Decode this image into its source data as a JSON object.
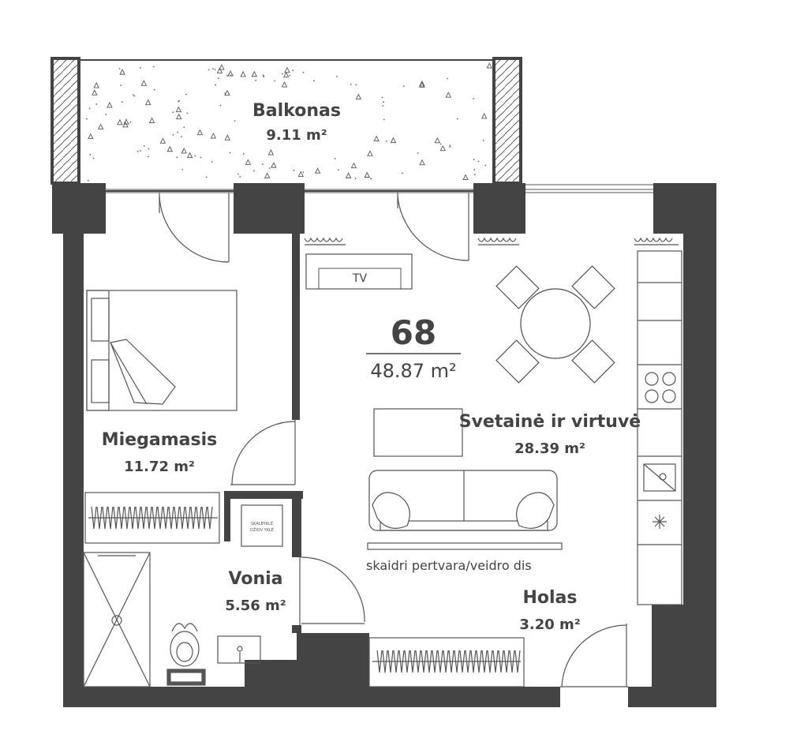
{
  "colors": {
    "wall": "#444444",
    "line": "#555555",
    "text": "#444444",
    "background": "#ffffff"
  },
  "apartment": {
    "number": "68",
    "total_area": "48.87 m²"
  },
  "rooms": [
    {
      "id": "balkonas",
      "name": "Balkonas",
      "area": "9.11 m²"
    },
    {
      "id": "miegamasis",
      "name": "Miegamasis",
      "area": "11.72 m²"
    },
    {
      "id": "svetaine",
      "name": "Svetainė ir virtuvė",
      "area": "28.39 m²"
    },
    {
      "id": "vonia",
      "name": "Vonia",
      "area": "5.56 m²"
    },
    {
      "id": "holas",
      "name": "Holas",
      "area": "3.20 m²"
    }
  ],
  "labels": {
    "tv": "TV",
    "partition": "skaidri pertvara/veidro dis",
    "washer_line1": "SKALBYKLĖ",
    "washer_line2": "DŽIOV YKLĖ"
  },
  "icons": [
    "radiator-icon",
    "stove-icon",
    "sink-icon",
    "fridge-icon",
    "toilet-icon",
    "shower-icon",
    "door-icon",
    "window-icon"
  ]
}
